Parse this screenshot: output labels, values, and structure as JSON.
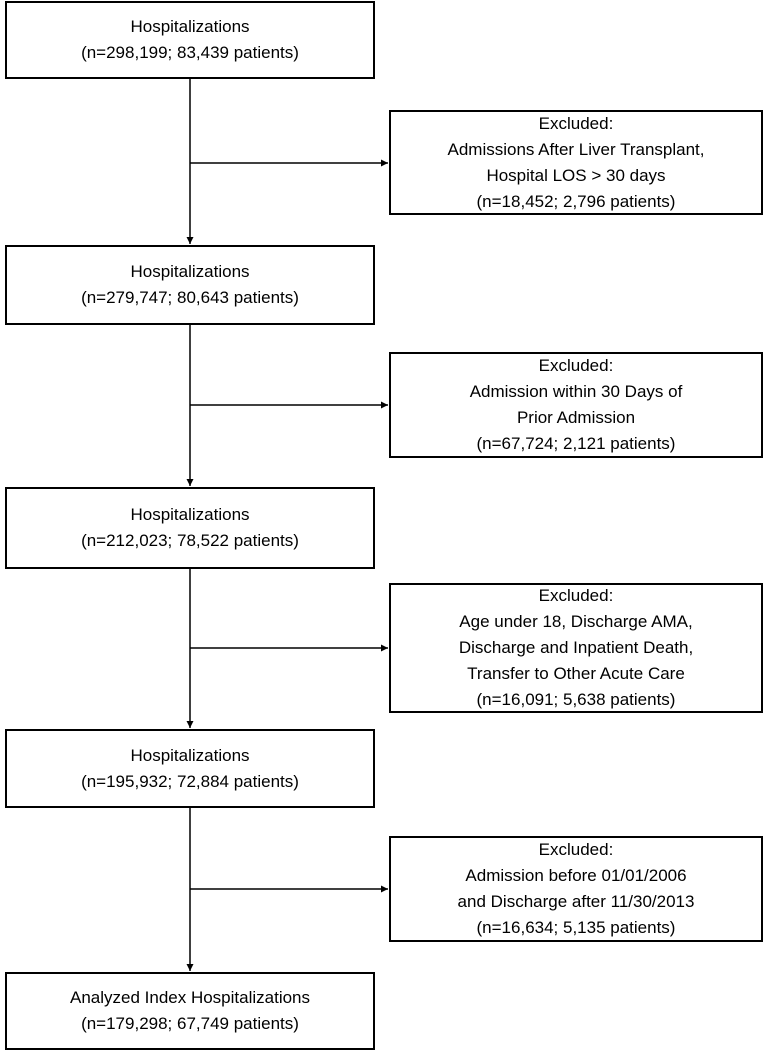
{
  "main_boxes": [
    {
      "lines": [
        "Hospitalizations",
        "(n=298,199; 83,439 patients)"
      ]
    },
    {
      "lines": [
        "Hospitalizations",
        "(n=279,747; 80,643 patients)"
      ]
    },
    {
      "lines": [
        "Hospitalizations",
        "(n=212,023; 78,522 patients)"
      ]
    },
    {
      "lines": [
        "Hospitalizations",
        "(n=195,932; 72,884 patients)"
      ]
    },
    {
      "lines": [
        "Analyzed Index Hospitalizations",
        "(n=179,298; 67,749 patients)"
      ]
    }
  ],
  "excluded_boxes": [
    {
      "lines": [
        "Excluded:",
        "Admissions After Liver Transplant,",
        "Hospital LOS > 30 days",
        "(n=18,452; 2,796 patients)"
      ]
    },
    {
      "lines": [
        "Excluded:",
        "Admission within 30 Days of",
        "Prior Admission",
        "(n=67,724; 2,121 patients)"
      ]
    },
    {
      "lines": [
        "Excluded:",
        "Age under 18, Discharge AMA,",
        "Discharge and Inpatient Death,",
        "Transfer to Other Acute Care",
        "(n=16,091; 5,638 patients)"
      ]
    },
    {
      "lines": [
        "Excluded:",
        "Admission before 01/01/2006",
        "and Discharge after 11/30/2013",
        "(n=16,634; 5,135 patients)"
      ]
    }
  ],
  "colors": {
    "line": "#000000",
    "box_border": "#000000",
    "background": "#ffffff"
  }
}
